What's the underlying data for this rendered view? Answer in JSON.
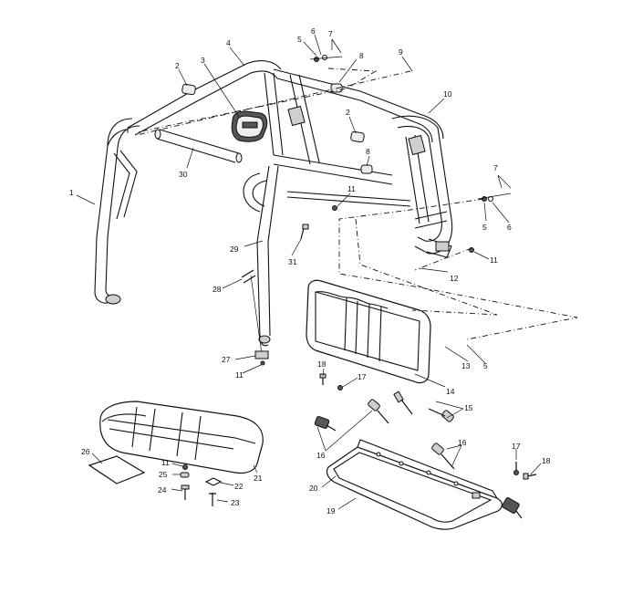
{
  "labels": [
    {
      "text": "1"
    },
    {
      "text": "2"
    },
    {
      "text": "3"
    },
    {
      "text": "4"
    },
    {
      "text": "5"
    },
    {
      "text": "6"
    },
    {
      "text": "7"
    },
    {
      "text": "8"
    },
    {
      "text": "9"
    },
    {
      "text": "10"
    },
    {
      "text": "2"
    },
    {
      "text": "8"
    },
    {
      "text": "30"
    },
    {
      "text": "11"
    },
    {
      "text": "7"
    },
    {
      "text": "5"
    },
    {
      "text": "6"
    },
    {
      "text": "11"
    },
    {
      "text": "12"
    },
    {
      "text": "29"
    },
    {
      "text": "31"
    },
    {
      "text": "28"
    },
    {
      "text": "14"
    },
    {
      "text": "13"
    },
    {
      "text": "5"
    },
    {
      "text": "27"
    },
    {
      "text": "11"
    },
    {
      "text": "18"
    },
    {
      "text": "17"
    },
    {
      "text": "15"
    },
    {
      "text": "16"
    },
    {
      "text": "16"
    },
    {
      "text": "26"
    },
    {
      "text": "11"
    },
    {
      "text": "25"
    },
    {
      "text": "22"
    },
    {
      "text": "24"
    },
    {
      "text": "23"
    },
    {
      "text": "21"
    },
    {
      "text": "20"
    },
    {
      "text": "19"
    },
    {
      "text": "17"
    },
    {
      "text": "18"
    }
  ]
}
